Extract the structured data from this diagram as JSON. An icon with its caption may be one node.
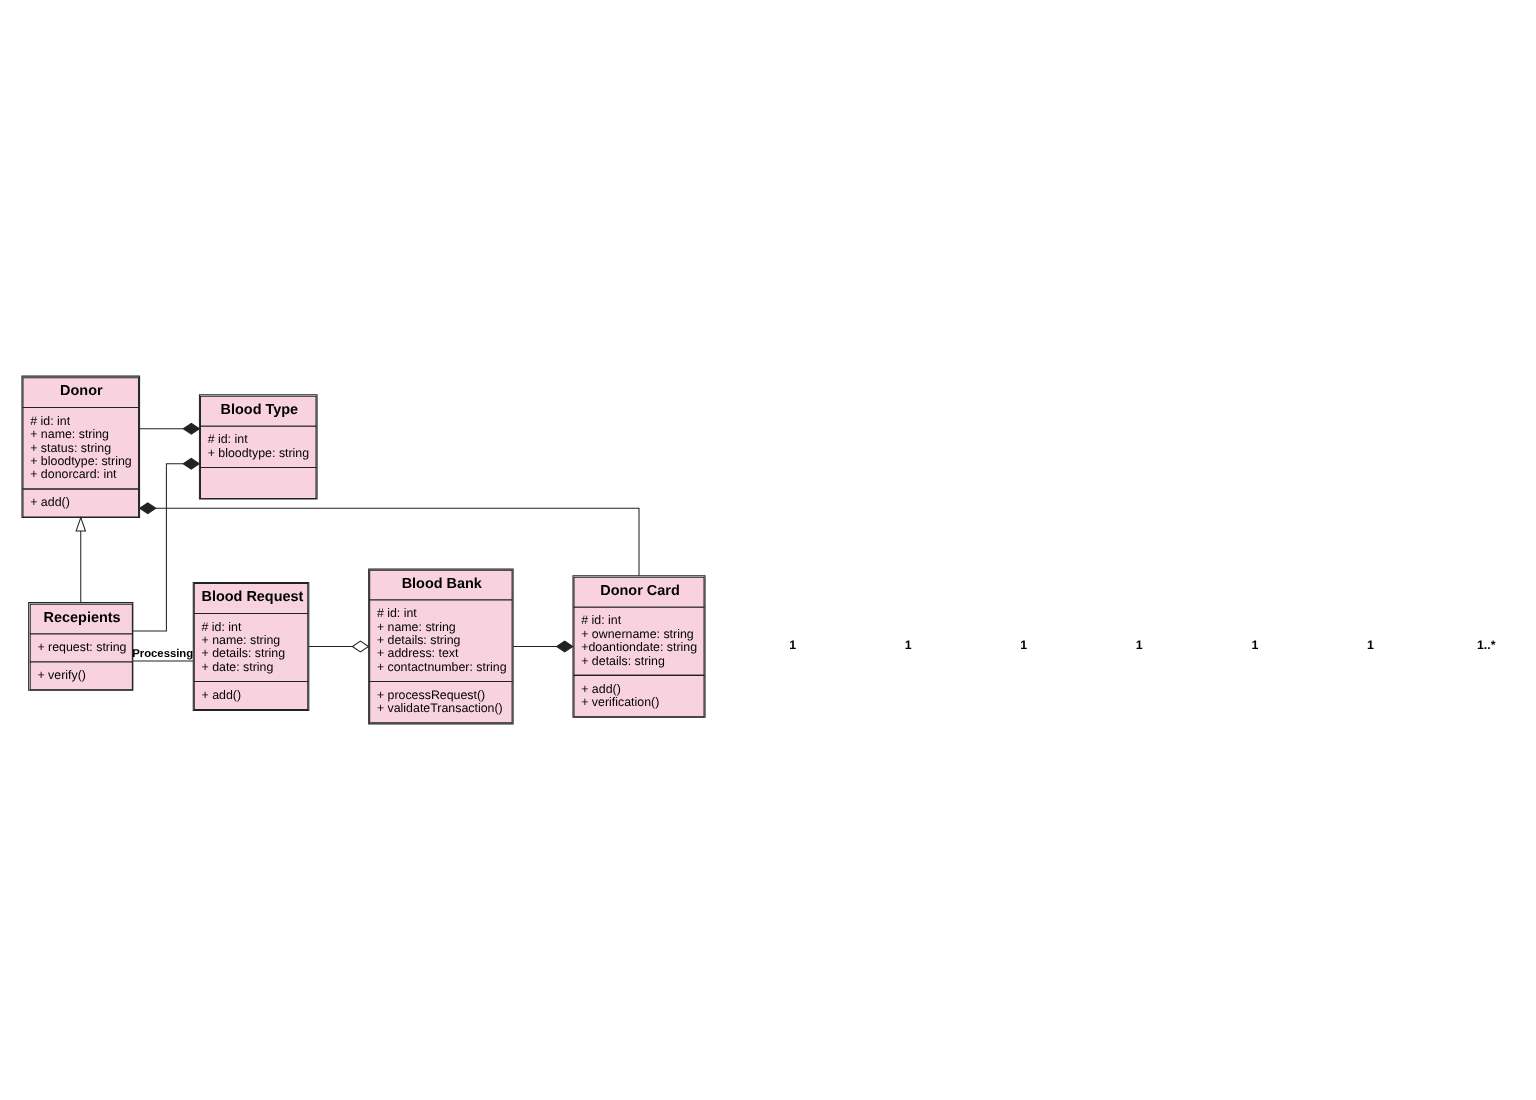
{
  "diagram": {
    "nodes": [
      {
        "text": [
          "Blood Type",
          "# id: int + bloodtype: string"
        ]
      },
      {
        "text": [
          "Donor",
          "# id: int + name: string + status: string + bloodtype: string + donorcard: int",
          "+ add()"
        ]
      },
      {
        "text": [
          "Recepients",
          "+ request: string",
          "+ verify()"
        ]
      },
      {
        "text": [
          "Donor Card",
          "# id: int + ownername: string +doantiondate: string + details: string",
          "+ add() + verification()"
        ]
      },
      {
        "text": [
          "Blood Bank",
          "# id: int + name: string + details: string + address: text + contactnumber: string",
          "+ processRequest() + validateTransaction()"
        ]
      },
      {
        "text": [
          "Blood Request",
          "# id: int + name: string + details: string + date: string",
          "+ add()"
        ]
      }
    ],
    "edges": [
      {
        "from": 1,
        "to": 0,
        "arrow": "other"
      },
      {
        "from": 2,
        "to": 0,
        "arrow": "other"
      },
      {
        "from": 2,
        "to": 1,
        "arrow": "to"
      },
      {
        "from": 2,
        "to": 5,
        "arrow": "none",
        "label": "Processing"
      },
      {
        "from": 3,
        "to": 1,
        "arrow": "other"
      },
      {
        "from": 4,
        "to": 3,
        "arrow": "other"
      },
      {
        "from": 5,
        "to": 4,
        "arrow": "other"
      }
    ],
    "labels": [
      "1",
      "1",
      "1",
      "1",
      "1",
      "1",
      "1..*"
    ]
  }
}
